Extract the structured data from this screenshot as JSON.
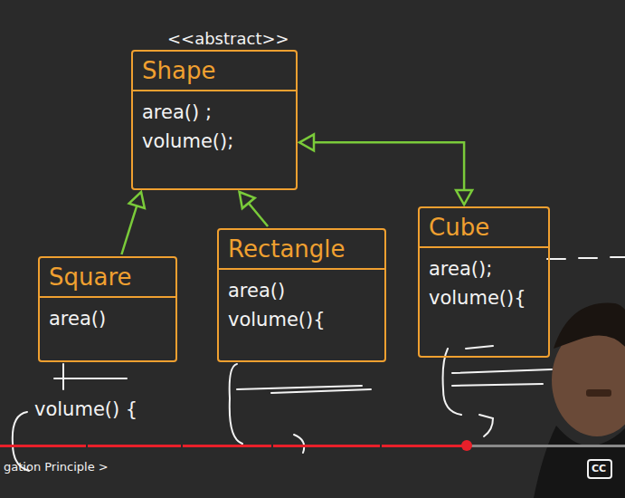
{
  "diagram": {
    "nodes": [
      {
        "text": [
          "Shape",
          "area() ;",
          "volume();"
        ]
      },
      {
        "text": [
          "Square",
          "area()"
        ]
      },
      {
        "text": [
          "Rectangle",
          "area()",
          "volume(){"
        ]
      },
      {
        "text": [
          "Cube",
          "area();",
          "volume(){"
        ]
      }
    ],
    "edges": [
      {
        "from": 1,
        "to": 0,
        "arrow": "to"
      },
      {
        "from": 2,
        "to": 0,
        "arrow": "to"
      },
      {
        "from": 3,
        "to": 0,
        "arrow": "both"
      }
    ],
    "labels": [
      "<<abstract>>",
      "volume() {",
      "gation Principle >",
      "CC"
    ]
  }
}
